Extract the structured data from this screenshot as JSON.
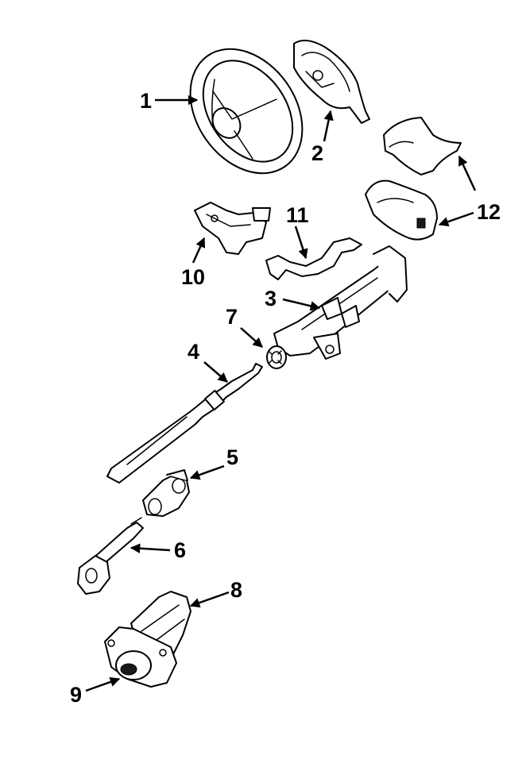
{
  "diagram": {
    "type": "exploded-parts-diagram",
    "callouts": [
      {
        "id": "1",
        "label": "1",
        "part_icon": "steering-wheel-icon"
      },
      {
        "id": "2",
        "label": "2",
        "part_icon": "airbag-module-icon"
      },
      {
        "id": "3",
        "label": "3",
        "part_icon": "steering-column-icon"
      },
      {
        "id": "4",
        "label": "4",
        "part_icon": "steering-shaft-icon"
      },
      {
        "id": "5",
        "label": "5",
        "part_icon": "universal-joint-icon"
      },
      {
        "id": "6",
        "label": "6",
        "part_icon": "intermediate-shaft-icon"
      },
      {
        "id": "7",
        "label": "7",
        "part_icon": "bearing-icon"
      },
      {
        "id": "8",
        "label": "8",
        "part_icon": "boot-icon"
      },
      {
        "id": "9",
        "label": "9",
        "part_icon": "column-seal-icon"
      },
      {
        "id": "10",
        "label": "10",
        "part_icon": "lock-bracket-icon"
      },
      {
        "id": "11",
        "label": "11",
        "part_icon": "support-bracket-icon"
      },
      {
        "id": "12",
        "label": "12",
        "part_icon": "column-cover-icon"
      }
    ],
    "colors": {
      "line": "#000000",
      "background": "#ffffff"
    }
  }
}
